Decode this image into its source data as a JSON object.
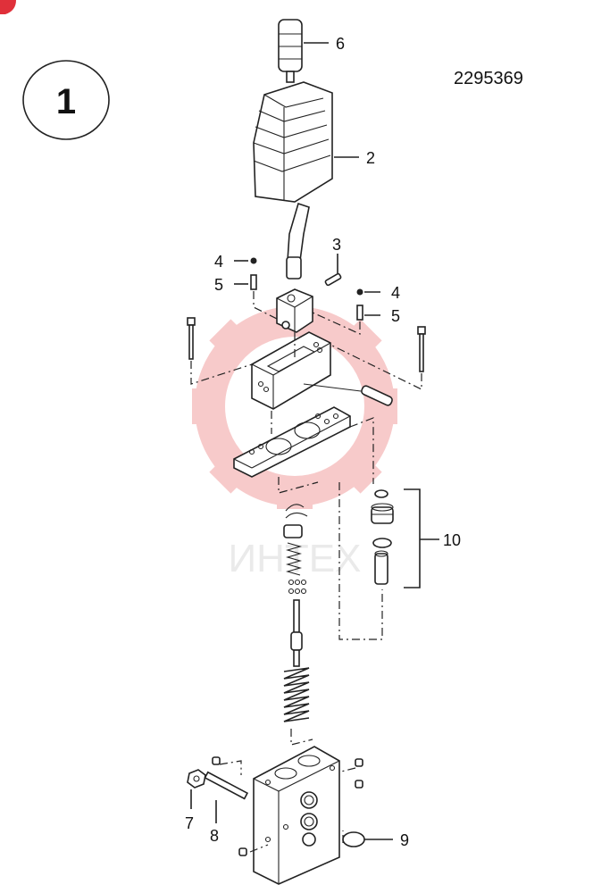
{
  "diagram": {
    "sheet_number": "1",
    "part_number": "2295369",
    "watermark": {
      "text": "ИНТЕХ",
      "color": "#f2a0a0"
    },
    "callouts": [
      {
        "id": "c6",
        "label": "6"
      },
      {
        "id": "c2",
        "label": "2"
      },
      {
        "id": "c3",
        "label": "3"
      },
      {
        "id": "c4a",
        "label": "4"
      },
      {
        "id": "c5a",
        "label": "5"
      },
      {
        "id": "c4b",
        "label": "4"
      },
      {
        "id": "c5b",
        "label": "5"
      },
      {
        "id": "c10",
        "label": "10"
      },
      {
        "id": "c7",
        "label": "7"
      },
      {
        "id": "c8",
        "label": "8"
      },
      {
        "id": "c9",
        "label": "9"
      }
    ]
  }
}
